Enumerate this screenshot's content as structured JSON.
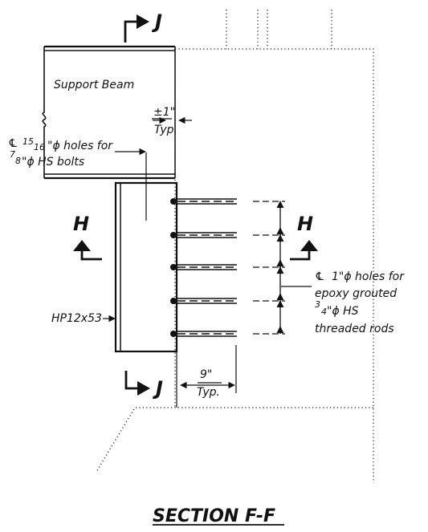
{
  "labels": {
    "section_j": "J",
    "section_h": "H",
    "support_beam": "Support Beam",
    "tolerance_value": "±1\"",
    "tolerance_typ": "Typ.",
    "centerline": "℄",
    "hole_fraction_num": "15",
    "hole_fraction_den": "16",
    "bolt_holes_line1": "\"ϕ holes for",
    "bolt_fraction_num": "7",
    "bolt_fraction_den": "8",
    "bolt_holes_line2": "\"ϕ HS bolts",
    "pile": "HP12x53",
    "rod_holes_line1": "1\"ϕ holes for",
    "rod_holes_line2": "epoxy grouted",
    "rod_fraction_num": "3",
    "rod_fraction_den": "4",
    "rod_holes_line3": "\"ϕ HS",
    "rod_holes_line4": "threaded rods",
    "rod_spacing_value": "9\"",
    "rod_spacing_typ": "Typ.",
    "section_title": "SECTION F-F"
  },
  "colors": {
    "linework": "#111111",
    "background": "#ffffff"
  },
  "icons": {
    "section_cut_marker": "section-arrow-icon",
    "dimension_arrow": "dimension-arrow-icon"
  }
}
